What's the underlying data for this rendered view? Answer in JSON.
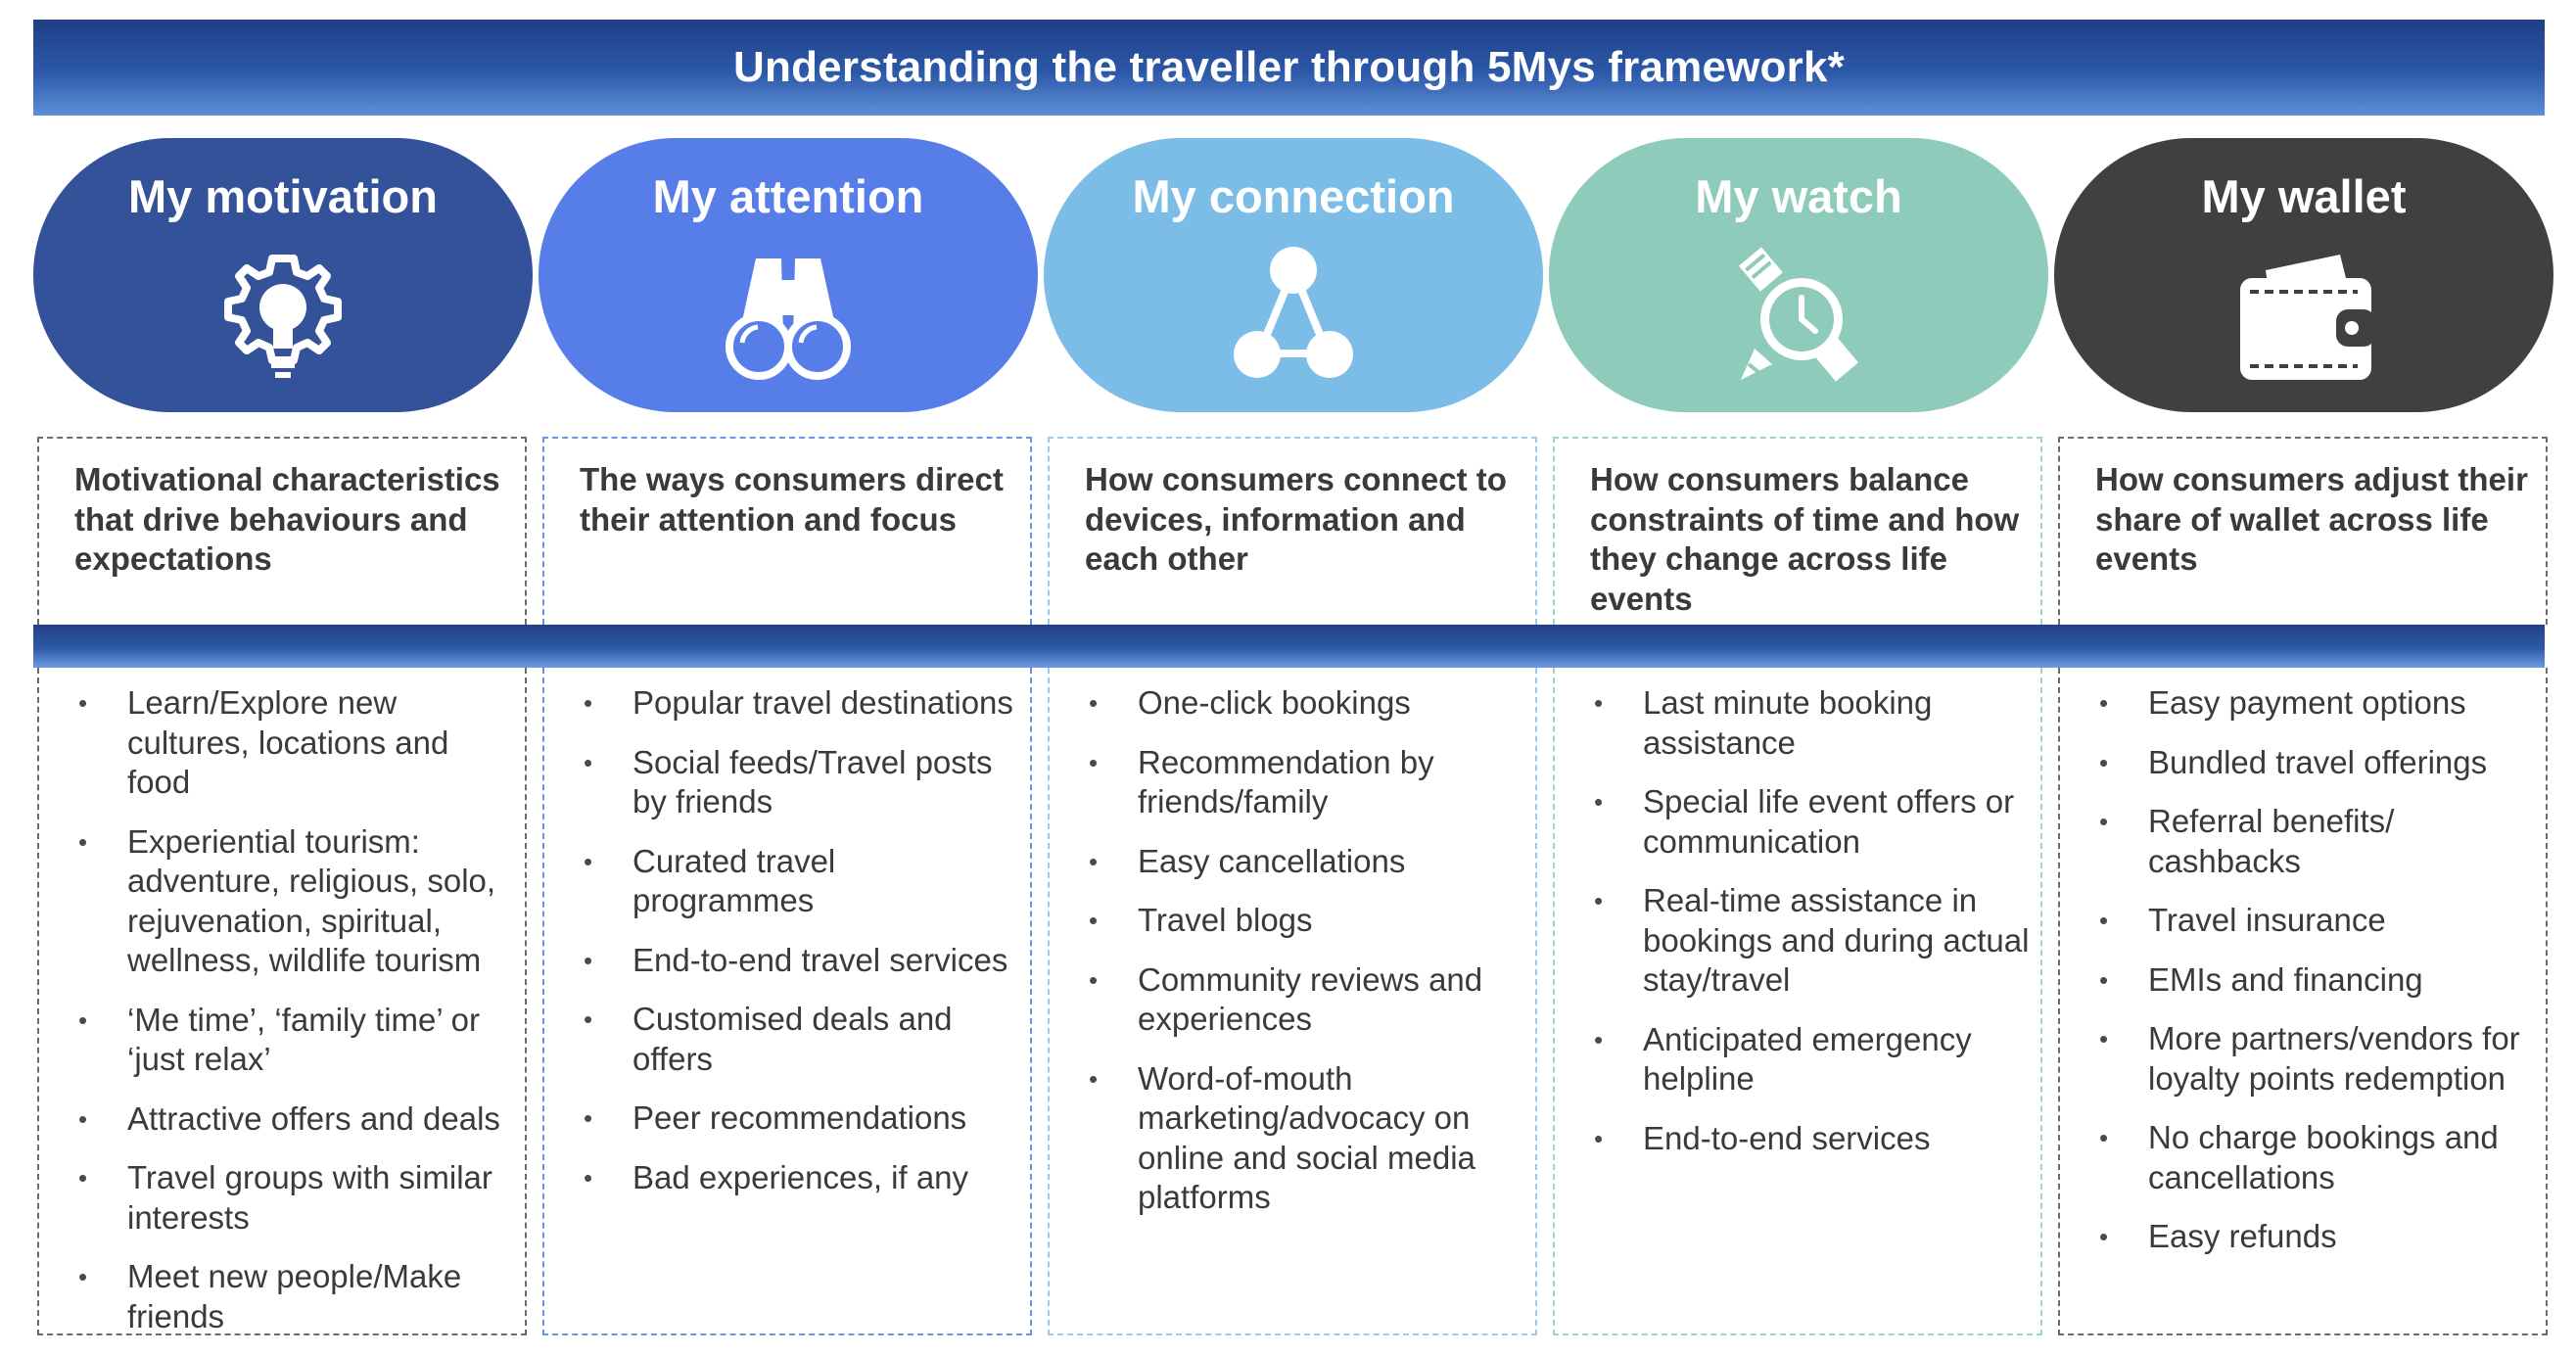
{
  "title": "Understanding the traveller through 5Mys framework*",
  "colors": {
    "motivation": "#34529a",
    "attention": "#577ee8",
    "connection": "#7bbde6",
    "watch": "#8ecbbb",
    "wallet": "#404042"
  },
  "columns": [
    {
      "title": "My motivation",
      "icon": "gear-lightbulb-icon",
      "description": "Motivational characteristics that drive behaviours and expectations",
      "items": [
        "Learn/Explore new cultures, locations and food",
        "Experiential tourism: adventure, religious, solo, rejuvenation, spiritual, wellness, wildlife tourism",
        "‘Me time’, ‘family time’ or ‘just relax’",
        "Attractive offers and deals",
        "Travel groups with similar interests",
        "Meet new people/Make friends"
      ]
    },
    {
      "title": "My attention",
      "icon": "binoculars-icon",
      "description": "The ways consumers direct their attention and focus",
      "items": [
        "Popular travel destinations",
        "Social feeds/Travel posts by friends",
        "Curated travel programmes",
        "End-to-end travel services",
        "Customised deals and offers",
        "Peer recommendations",
        "Bad experiences, if any"
      ]
    },
    {
      "title": "My connection",
      "icon": "network-nodes-icon",
      "description": "How consumers connect to devices, information and each other",
      "items": [
        "One-click bookings",
        "Recommendation by friends/family",
        "Easy cancellations",
        "Travel blogs",
        "Community reviews and experiences",
        "Word-of-mouth marketing/advocacy on online and social media platforms"
      ]
    },
    {
      "title": "My watch",
      "icon": "wristwatch-icon",
      "description": "How consumers balance constraints of time and how they change across life events",
      "items": [
        "Last minute booking assistance",
        "Special life event offers or communication",
        "Real-time assistance in bookings and during actual stay/travel",
        "Anticipated emergency helpline",
        "End-to-end services"
      ]
    },
    {
      "title": "My wallet",
      "icon": "wallet-icon",
      "description": "How consumers adjust their share of wallet across life events",
      "items": [
        "Easy payment options",
        "Bundled travel offerings",
        "Referral benefits/ cashbacks",
        "Travel insurance",
        "EMIs and financing",
        "More partners/vendors for loyalty points redemption",
        "No charge bookings and cancellations",
        "Easy refunds"
      ]
    }
  ]
}
